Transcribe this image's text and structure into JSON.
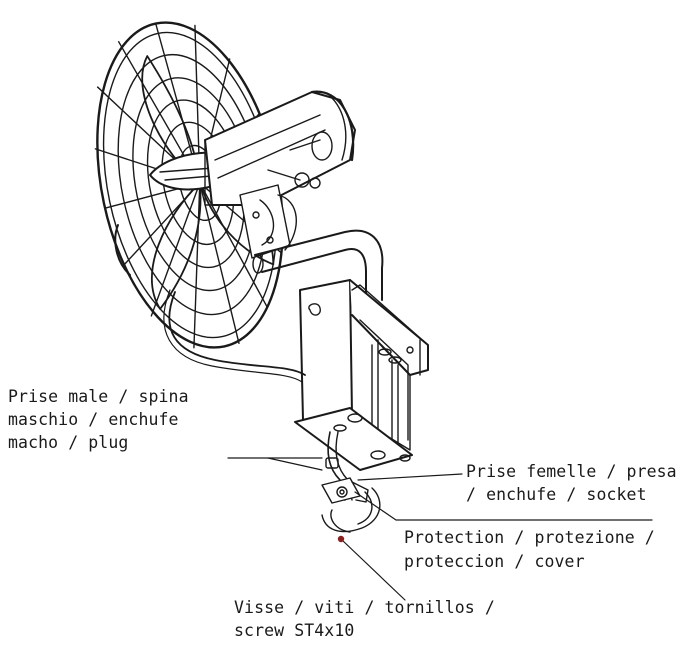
{
  "callouts": {
    "plug": [
      "Prise male / spina",
      "maschio / enchufe",
      "macho / plug"
    ],
    "socket": [
      "Prise femelle / presa",
      "/ enchufe / socket"
    ],
    "cover": [
      "Protection / protezione /",
      "proteccion / cover"
    ],
    "screw": [
      "Visse / viti / tornillos /",
      "screw ST4x10"
    ]
  },
  "colors": {
    "ink": "#1a1a1a",
    "screw_tip": "#8a1f1f"
  }
}
